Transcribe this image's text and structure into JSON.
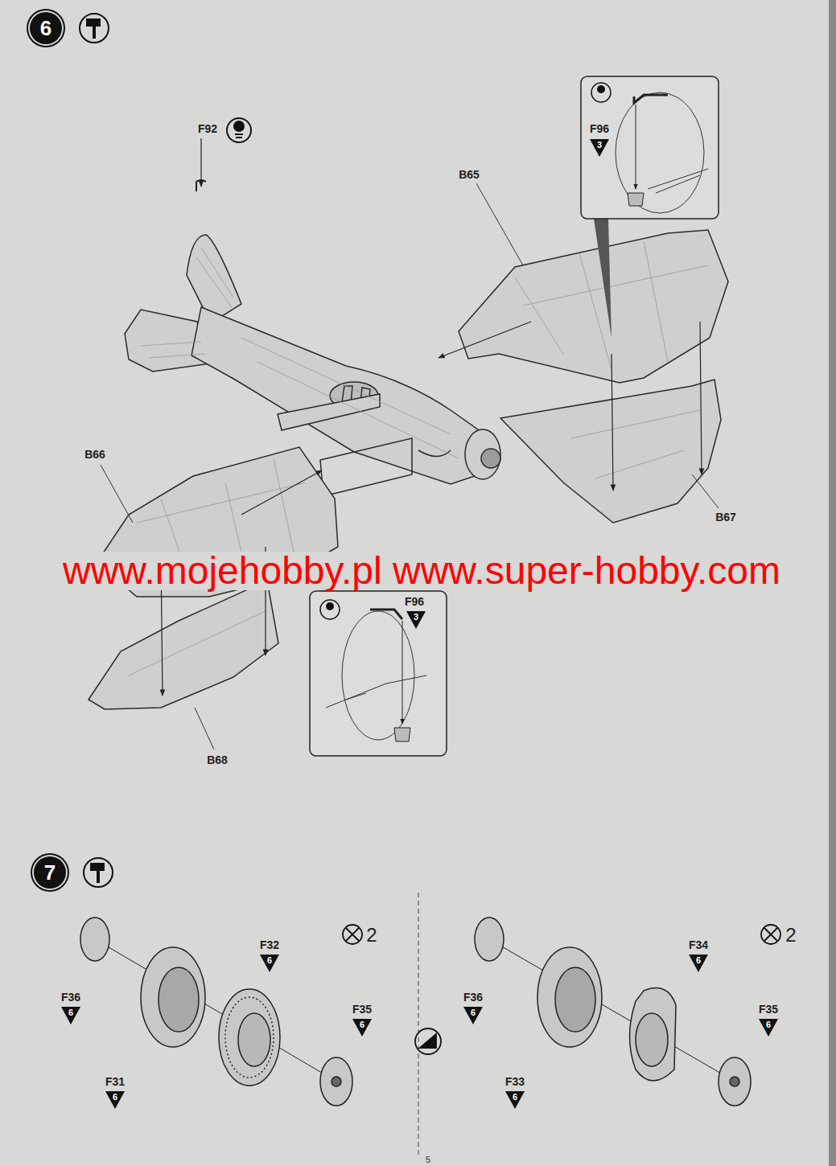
{
  "diagram": {
    "nodes": [
      {
        "text": [
          "6"
        ]
      },
      {
        "text": [
          "7"
        ]
      }
    ],
    "edges": [],
    "labels": [
      "F92",
      "B65",
      "F96",
      "3",
      "B66",
      "B67",
      "www.mojehobby.pl www.super-hobby.com",
      "F96",
      "3",
      "B68",
      "2",
      "F32",
      "6",
      "2",
      "F34",
      "6",
      "F36",
      "6",
      "F36",
      "6",
      "F35",
      "6",
      "F35",
      "6",
      "F31",
      "6",
      "F33",
      "6",
      "5"
    ]
  }
}
